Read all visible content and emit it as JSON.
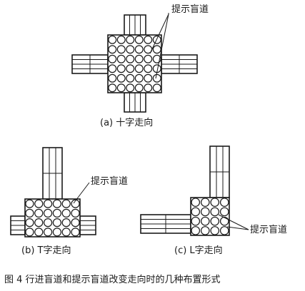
{
  "diagrams": {
    "a": {
      "caption": "(a) 十字走向",
      "annotation": "提示盲道"
    },
    "b": {
      "caption": "(b) T字走向",
      "annotation": "提示盲道"
    },
    "c": {
      "caption": "(c) L字走向",
      "annotation": "提示盲道"
    }
  },
  "figure_caption": "图 4  行进盲道和提示盲道改变走向时的几种布置形式"
}
